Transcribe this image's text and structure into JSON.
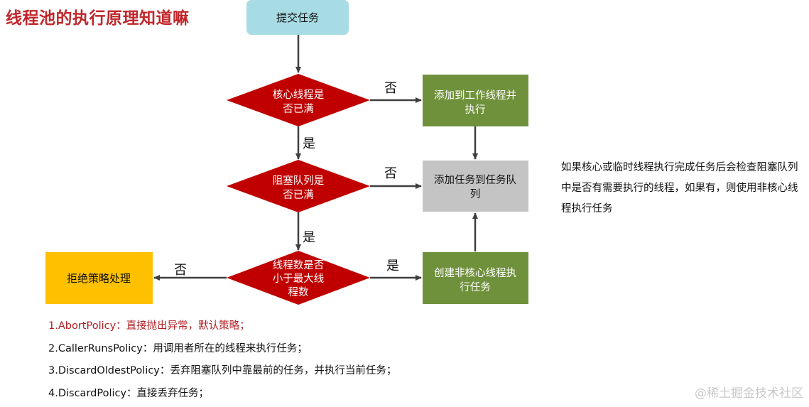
{
  "title": "线程池的执行原理知道嘛",
  "colors": {
    "title": "#c0262b",
    "submit_fill": "#a8dce4",
    "decision_fill": "#c00000",
    "action_green": "#70913c",
    "queue_gray": "#c4c4c4",
    "reject_fill": "#ffc000",
    "arrow": "#3f3f3f",
    "policy_highlight": "#b01e23"
  },
  "nodes": {
    "submit": "提交任务",
    "core_full": [
      "核心线程是",
      "否已满"
    ],
    "add_worker": [
      "添加到工作线程并",
      "执行"
    ],
    "queue_full": [
      "阻塞队列是",
      "否已满"
    ],
    "add_queue": [
      "添加任务到任务队",
      "列"
    ],
    "max_threads": [
      "线程数是否",
      "小于最大线",
      "程数"
    ],
    "create_noncore": [
      "创建非核心线程执",
      "行任务"
    ],
    "reject": "拒绝策略处理"
  },
  "edges": {
    "core_no": "否",
    "core_yes": "是",
    "queue_no": "否",
    "queue_yes": "是",
    "max_yes": "是",
    "max_no": "否"
  },
  "note": "如果核心或临时线程执行完成任务后会检查阻塞队列中是否有需要执行的线程，如果有，则使用非核心线程执行任务",
  "policies": [
    "1.AbortPolicy：直接抛出异常，默认策略；",
    "2.CallerRunsPolicy：用调用者所在的线程来执行任务；",
    "3.DiscardOldestPolicy：丢弃阻塞队列中靠最前的任务，并执行当前任务；",
    "4.DiscardPolicy：直接丢弃任务；"
  ],
  "watermark": "@稀土掘金技术社区"
}
